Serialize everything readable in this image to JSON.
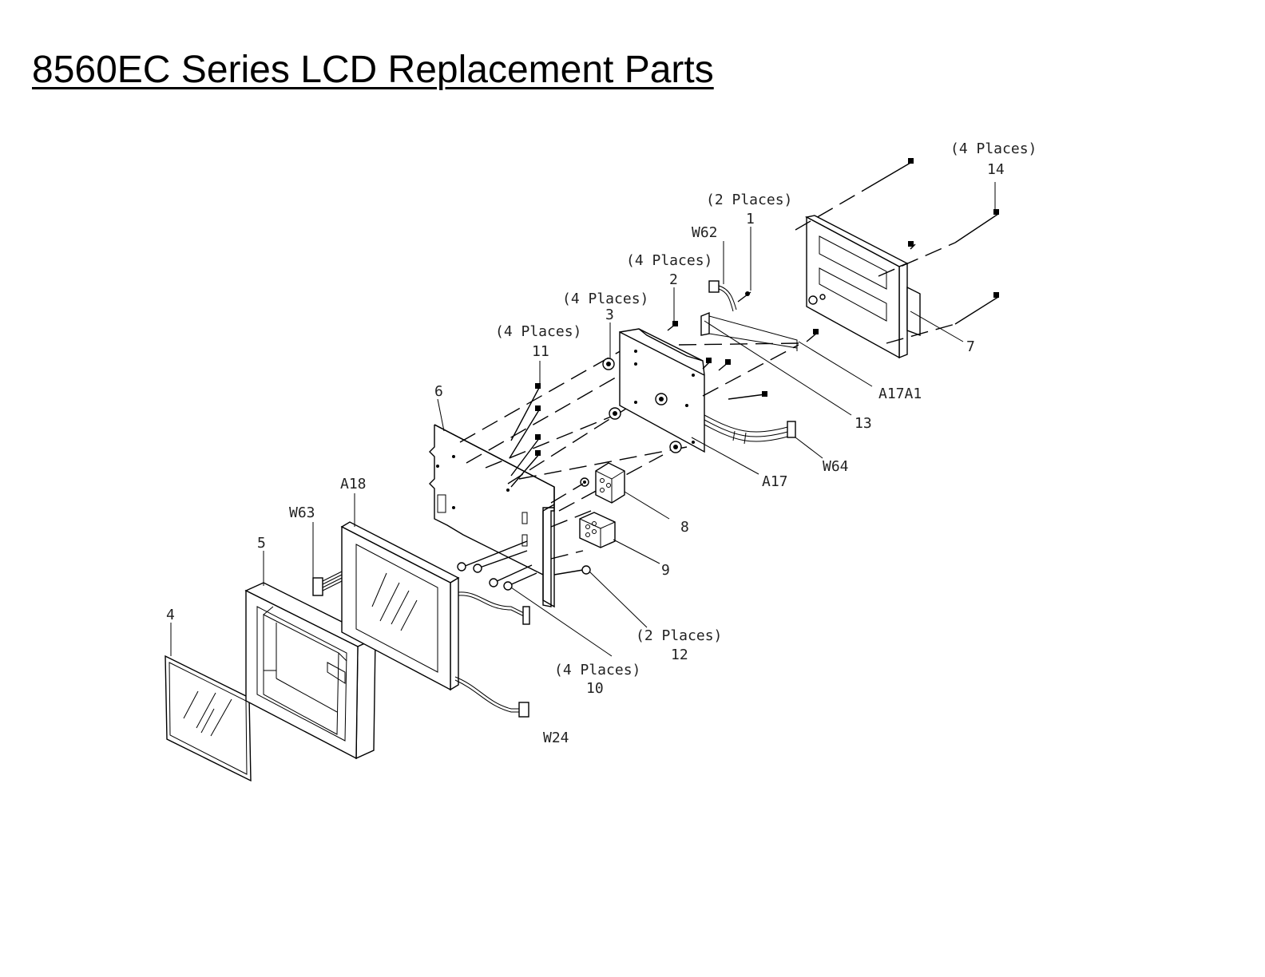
{
  "page": {
    "title": "8560EC Series LCD Replacement Parts"
  },
  "callouts": {
    "c14": {
      "qty": "(4  Places)",
      "num": "14"
    },
    "c1": {
      "qty": "(2  Places)",
      "num": "1"
    },
    "w62": {
      "label": "W62"
    },
    "c2": {
      "qty": "(4  Places)",
      "num": "2"
    },
    "c3": {
      "qty": "(4  Places)",
      "num": "3"
    },
    "c11": {
      "qty": "(4  Places)",
      "num": "11"
    },
    "c6": {
      "num": "6"
    },
    "c7": {
      "num": "7"
    },
    "a17a1": {
      "label": "A17A1"
    },
    "c13": {
      "num": "13"
    },
    "w64": {
      "label": "W64"
    },
    "a17": {
      "label": "A17"
    },
    "c8": {
      "num": "8"
    },
    "c9": {
      "num": "9"
    },
    "a18": {
      "label": "A18"
    },
    "w63": {
      "label": "W63"
    },
    "c5": {
      "num": "5"
    },
    "c4": {
      "num": "4"
    },
    "c12": {
      "qty": "(2  Places)",
      "num": "12"
    },
    "c10": {
      "qty": "(4  Places)",
      "num": "10"
    },
    "w24": {
      "label": "W24"
    }
  }
}
